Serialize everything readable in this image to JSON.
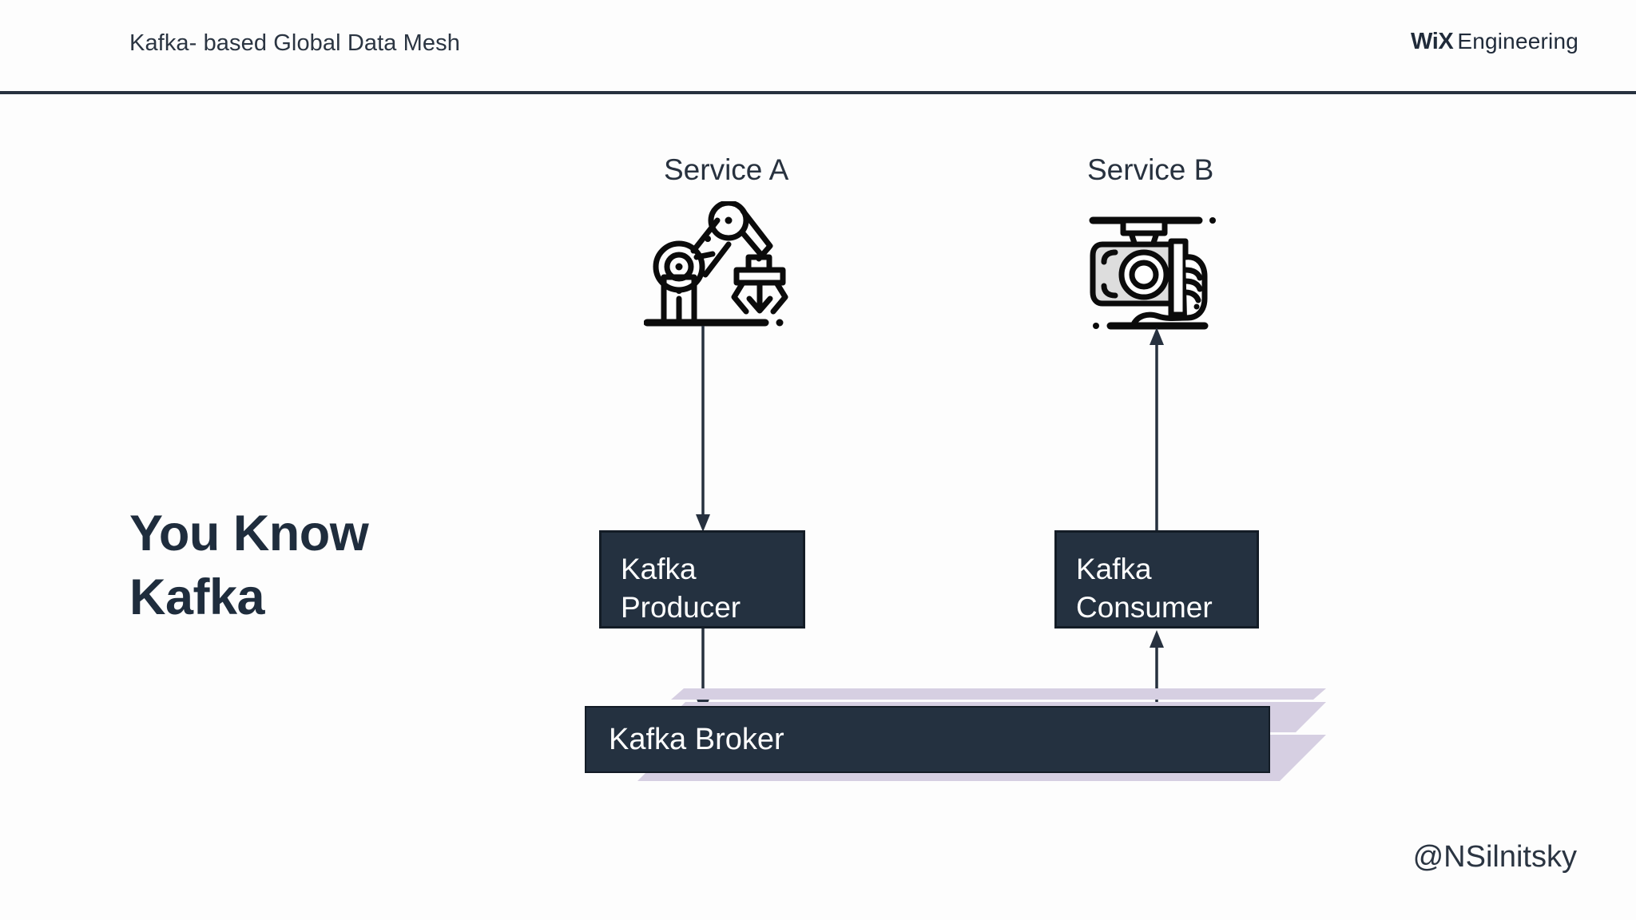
{
  "slide": {
    "background_color": "#FDFDFD",
    "accent_dark": "#243140",
    "accent_lavender": "#D6CFE2",
    "text_dark": "#1F2D3D"
  },
  "header": {
    "title": "Kafka- based Global Data Mesh",
    "brand_mark": "WiX",
    "brand_word": "Engineering"
  },
  "headline": "You Know\nKafka",
  "diagram": {
    "services": [
      {
        "label": "Service A",
        "icon": "robot-arm-icon"
      },
      {
        "label": "Service B",
        "icon": "drill-press-hand-icon"
      }
    ],
    "boxes": [
      {
        "label": "Kafka\nProducer",
        "name": "kafka-producer-box"
      },
      {
        "label": "Kafka\nConsumer",
        "name": "kafka-consumer-box"
      }
    ],
    "broker": {
      "label": "Kafka Broker"
    },
    "arrows": [
      {
        "name": "arrow-service-a-to-producer",
        "direction": "down"
      },
      {
        "name": "arrow-producer-to-broker",
        "direction": "down"
      },
      {
        "name": "arrow-broker-to-consumer",
        "direction": "up"
      },
      {
        "name": "arrow-consumer-to-service-b",
        "direction": "up"
      }
    ]
  },
  "footer": {
    "handle": "@NSilnitsky"
  }
}
